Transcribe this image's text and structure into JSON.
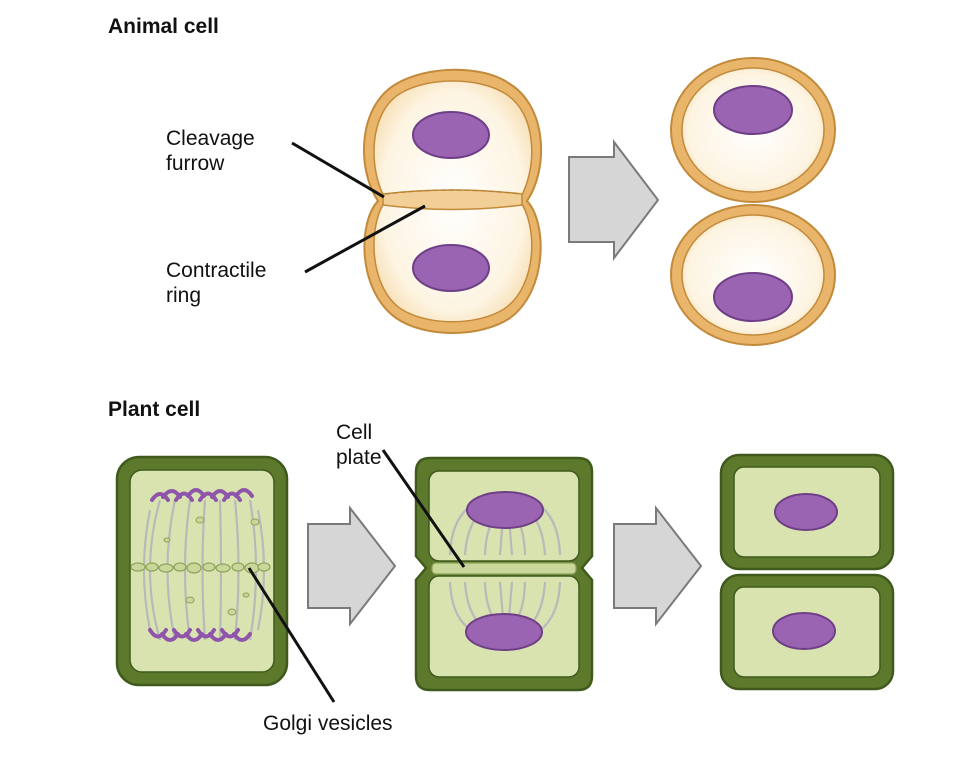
{
  "colors": {
    "animal_membrane": "#e8b56b",
    "animal_cytoplasm": "#fdf2dc",
    "nucleus": "#9b64b3",
    "nucleus_stroke": "#6e3f86",
    "plant_wall": "#5d7a2c",
    "plant_wall_dark": "#3f5a1c",
    "plant_cytoplasm": "#d8e3b0",
    "arrow_fill": "#d6d6d6",
    "arrow_stroke": "#7a7a7a",
    "spindle": "#b9b9b9",
    "chromosome": "#8e55aa"
  },
  "animal": {
    "title": "Animal cell",
    "cleavage_label": [
      "Cleavage",
      "furrow"
    ],
    "ring_label": [
      "Contractile",
      "ring"
    ]
  },
  "plant": {
    "title": "Plant cell",
    "plate_label": [
      "Cell",
      "plate"
    ],
    "golgi_label": "Golgi vesicles"
  }
}
